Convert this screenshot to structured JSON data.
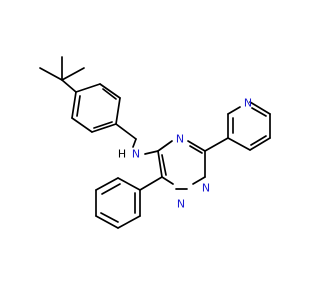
{
  "molecule": {
    "atoms": {
      "amine_n": "N",
      "amine_h": "H",
      "triazine_n4": "N",
      "triazine_n1": "N",
      "triazine_n2": "N",
      "pyridine_n": "N"
    },
    "colors": {
      "bond": "#000000",
      "nitrogen": "#1a1ad2",
      "hydrogen": "#000000",
      "background": "#ffffff"
    }
  }
}
